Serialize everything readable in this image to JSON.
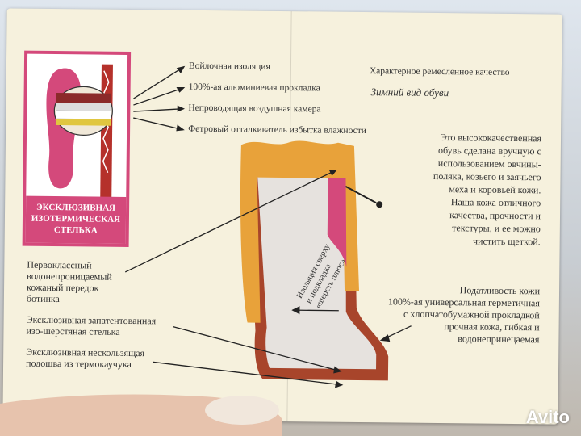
{
  "box": {
    "banner": [
      "ЭКСКЛЮЗИВНАЯ",
      "ИЗОТЕРМИЧЕСКАЯ",
      "СТЕЛЬКА"
    ]
  },
  "layers": [
    "Войлочная изоляция",
    "100%-ая алюминиевая прокладка",
    "Непроводящая воздушная камера",
    "Фетровый отталкиватель избытка влажности"
  ],
  "right": {
    "quality": "Характерное ремесленное качество",
    "winter": "Зимний вид обуви",
    "desc": [
      "Это высококачественная",
      "обувь сделана вручную с",
      "использованием овчины-",
      "поляка, козьего и заячьего",
      "меха и коровьей кожи.",
      "Наша кожа отличного",
      "качества, прочности и",
      "текстуры, и ее можно",
      "чистить щеткой."
    ],
    "leather": [
      "Податливость кожи",
      "100%-ая универсальная герметичная",
      "с хлопчатобумажной прокладкой",
      "прочная кожа, гибкая и",
      "водонепринецаемая"
    ]
  },
  "left": {
    "front": [
      "Первоклассный",
      "водонепроницаемый",
      "кожаный передок",
      "ботинка"
    ],
    "insole": [
      "Эксклюзивная запатентованная",
      "изо-шерстяная стелька"
    ],
    "sole": [
      "Эксклюзивная нескользящая",
      "подошва из термокаучука"
    ]
  },
  "boot_label": [
    "Изоляция сверху",
    "и подкладка",
    "«шерсть плюс»"
  ],
  "watermark": "Avito",
  "colors": {
    "pink": "#d4497b",
    "fur": "#e8a23a",
    "leather": "#a8452b",
    "felt": "#e6e2de"
  }
}
